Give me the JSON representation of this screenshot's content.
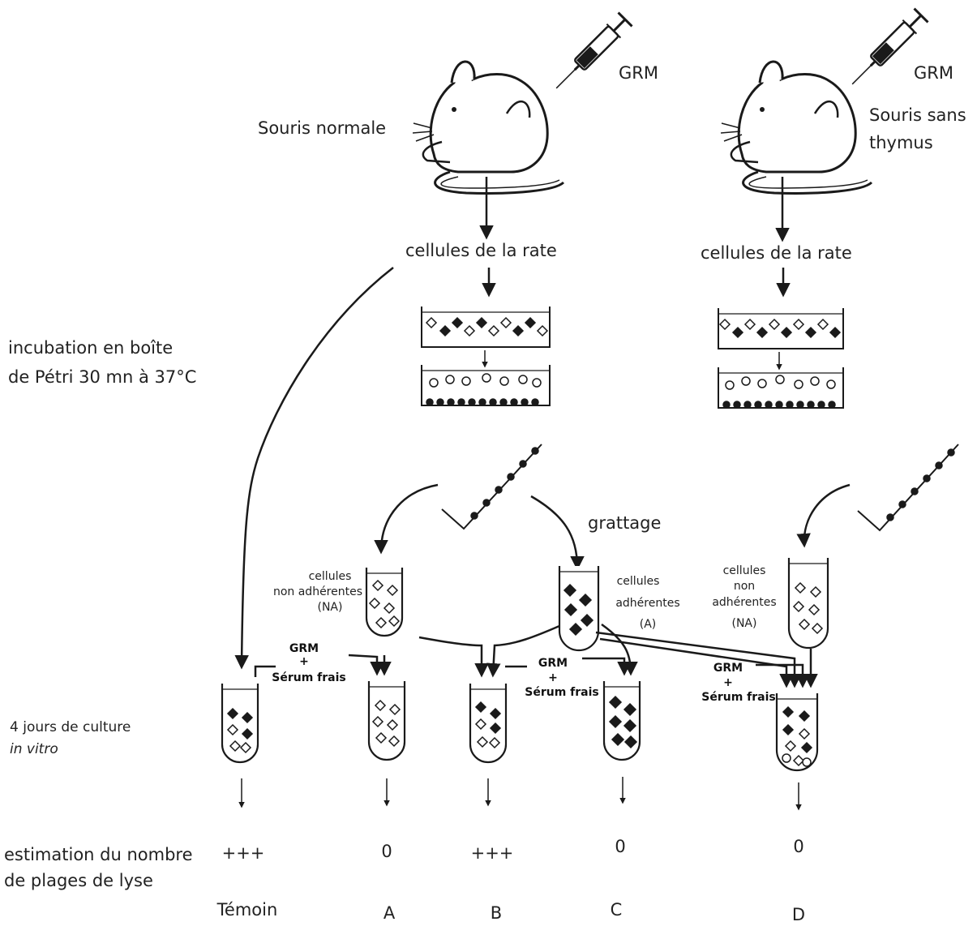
{
  "labels": {
    "grm": "GRM",
    "souris_normale": "Souris normale",
    "souris_sans_thymus_1": "Souris sans",
    "souris_sans_thymus_2": "thymus",
    "cellules_rate": "cellules de la rate",
    "incubation_1": "incubation en boîte",
    "incubation_2": "de Pétri 30 mn à 37°C",
    "grattage": "grattage",
    "na_1": "cellules",
    "na_2": "non adhérentes",
    "na_3": "(NA)",
    "na_d_1": "cellules",
    "na_d_2": "non",
    "na_d_3": "adhérentes",
    "na_d_4": "(NA)",
    "a_1": "cellules",
    "a_2": "adhérentes",
    "a_3": "(A)",
    "grm_small": "GRM",
    "plus": "+",
    "serum": "Sérum frais",
    "culture_1": "4 jours de culture",
    "culture_2": "in vitro",
    "estimation_1": "estimation du nombre",
    "estimation_2": "de plages de lyse"
  },
  "results": [
    {
      "value": "+++",
      "name": "Témoin"
    },
    {
      "value": "0",
      "name": "A"
    },
    {
      "value": "+++",
      "name": "B"
    },
    {
      "value": "0",
      "name": "C"
    },
    {
      "value": "0",
      "name": "D"
    }
  ],
  "colors": {
    "ink": "#1a1a1a",
    "background": "#ffffff"
  }
}
